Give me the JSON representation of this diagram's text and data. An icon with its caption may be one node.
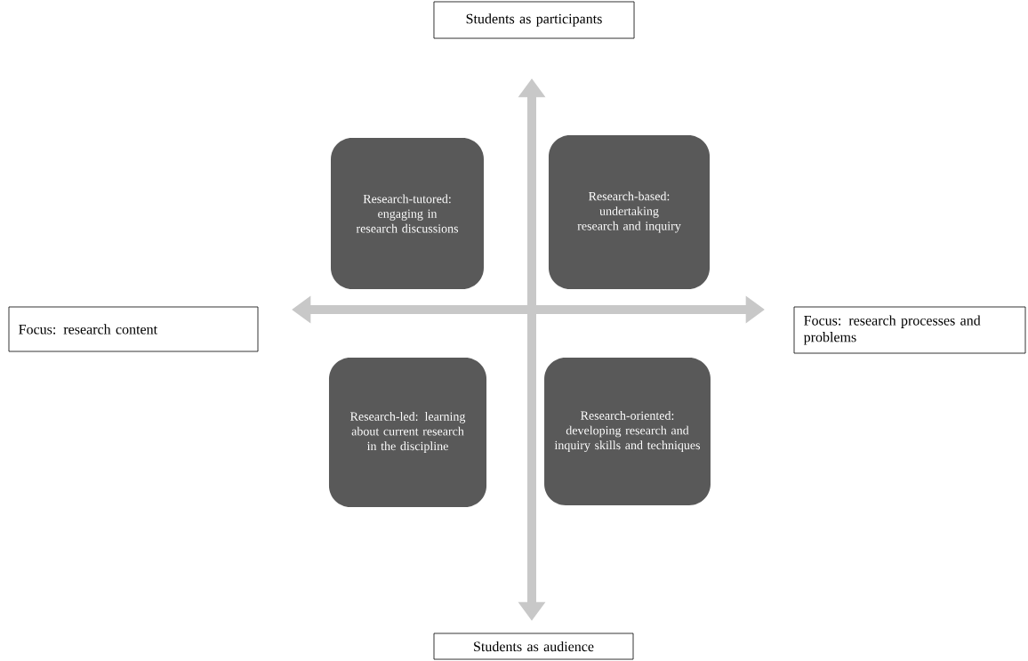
{
  "diagram": {
    "nodes": [
      {
        "text": [
          "Students as participants"
        ]
      },
      {
        "text": [
          "Focus: research content"
        ]
      },
      {
        "text": [
          "Focus: research processes and problems"
        ]
      },
      {
        "text": [
          "Students as audience"
        ]
      },
      {
        "text": [
          "Research-tutored: engaging in research discussions"
        ]
      },
      {
        "text": [
          "Research-based: undertaking research and inquiry"
        ]
      },
      {
        "text": [
          "Research-led: learning about current research in the discipline"
        ]
      },
      {
        "text": [
          "Research-oriented: developing research and inquiry skills and techniques"
        ]
      }
    ]
  }
}
